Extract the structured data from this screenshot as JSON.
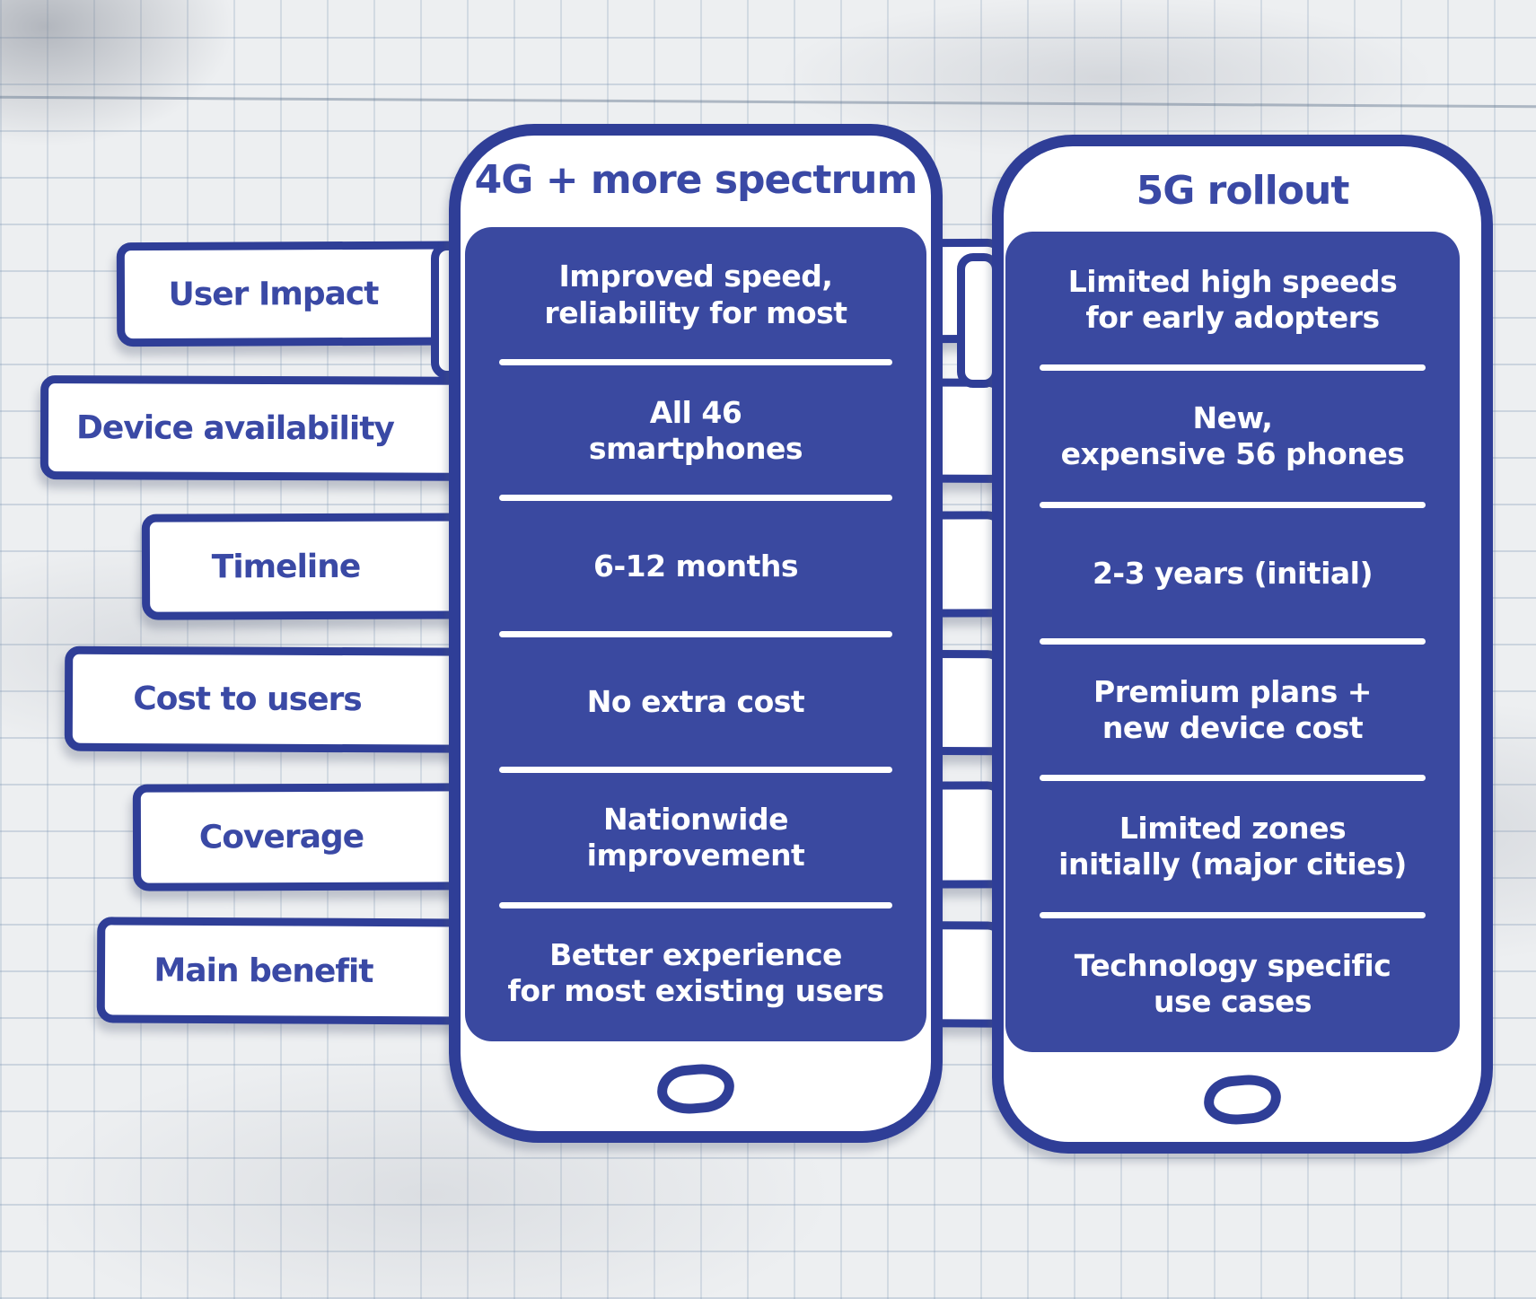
{
  "colors": {
    "blue_fill": "#3a49a0",
    "blue_outline": "#2f3e97",
    "blue_text": "#3a49a5",
    "paper": "#edeff1",
    "cell_text": "#ffffff"
  },
  "rows": [
    "User Impact",
    "Device availability",
    "Timeline",
    "Cost to users",
    "Coverage",
    "Main benefit"
  ],
  "phones": [
    {
      "header": "4G + more spectrum",
      "cells": [
        "Improved speed,\nreliability for most",
        "All 46\nsmartphones",
        "6-12 months",
        "No extra cost",
        "Nationwide\nimprovement",
        "Better experience\nfor most existing users"
      ]
    },
    {
      "header": "5G rollout",
      "cells": [
        "Limited high speeds\nfor early adopters",
        "New,\nexpensive 56 phones",
        "2-3 years (initial)",
        "Premium plans +\nnew device cost",
        "Limited zones\ninitially (major cities)",
        "Technology specific\nuse cases"
      ]
    }
  ],
  "chart_data": {
    "type": "table",
    "title": "4G + more spectrum vs 5G rollout comparison",
    "categories": [
      "User Impact",
      "Device availability",
      "Timeline",
      "Cost to users",
      "Coverage",
      "Main benefit"
    ],
    "series": [
      {
        "name": "4G + more spectrum",
        "values": [
          "Improved speed, reliability for most",
          "All 46 smartphones",
          "6-12 months",
          "No extra cost",
          "Nationwide improvement",
          "Better experience for most existing users"
        ]
      },
      {
        "name": "5G rollout",
        "values": [
          "Limited high speeds for early adopters",
          "New, expensive 56 phones",
          "2-3 years (initial)",
          "Premium plans + new device cost",
          "Limited zones initially (major cities)",
          "Technology specific use cases"
        ]
      }
    ]
  }
}
